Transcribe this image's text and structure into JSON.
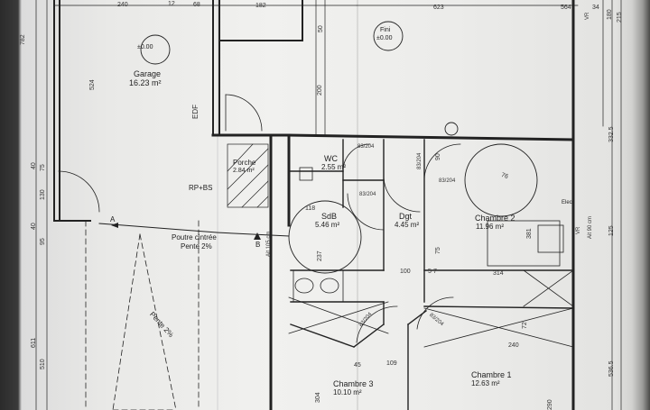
{
  "rooms": {
    "garage": {
      "name": "Garage",
      "area": "16.23 m²",
      "level": "±0.00"
    },
    "fini": {
      "name": "Fini",
      "level": "±0.00"
    },
    "porche": {
      "name": "Porche",
      "area": "2.84 m²"
    },
    "wc": {
      "name": "WC",
      "area": "2.55 m²"
    },
    "sdb": {
      "name": "SdB",
      "area": "5.46 m²"
    },
    "dgt": {
      "name": "Dgt",
      "area": "4.45 m²"
    },
    "chambre2": {
      "name": "Chambre 2",
      "area": "11.96 m²"
    },
    "chambre3": {
      "name": "Chambre 3",
      "area": "10.10 m²"
    },
    "chambre1": {
      "name": "Chambre 1",
      "area": "12.63 m²"
    }
  },
  "annotations": {
    "edf": "EDF",
    "rp_bs": "RP+BS",
    "poutre": "Poutre cintrée",
    "pente2": "Pente 2%",
    "pente2b": "Pente 2%",
    "section_a": "A",
    "section_b": "B",
    "ait": "Ait 105 cm",
    "ait2": "Ait 90 cm",
    "vr": "VR",
    "vr2": "VR",
    "elec": "Elec"
  },
  "dimensions": {
    "top": [
      "240",
      "12",
      "68",
      "182",
      "623",
      "564",
      "34",
      "180",
      "215"
    ],
    "left": [
      "782",
      "524",
      "40",
      "75",
      "130",
      "40",
      "95",
      "611",
      "510"
    ],
    "right": [
      "332.5",
      "536.5",
      "125"
    ],
    "interior": [
      "50",
      "200",
      "83/204",
      "83/204",
      "90",
      "83/204",
      "83/204",
      "118",
      "237",
      "100",
      "314",
      "381",
      "240",
      "290",
      "304",
      "45",
      "109",
      "83/204",
      "83/204",
      "72",
      "75",
      "76",
      "5",
      "7"
    ]
  }
}
